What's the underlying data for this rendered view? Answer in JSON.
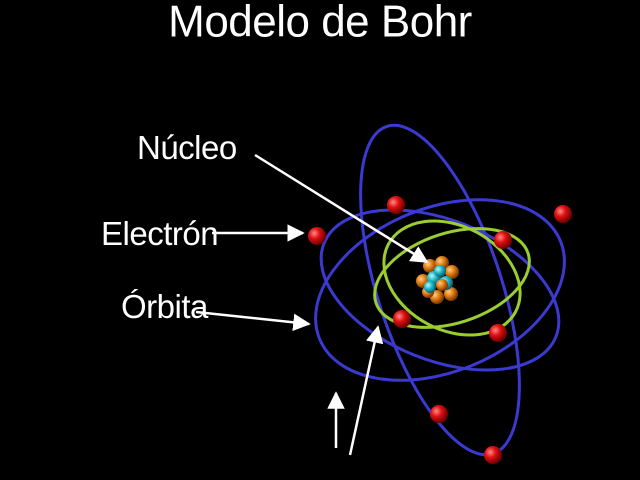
{
  "title": "Modelo de Bohr",
  "labels": {
    "nucleus": "Núcleo",
    "electron": "Electrón",
    "orbit": "Órbita"
  },
  "colors": {
    "background": "#000000",
    "text": "#ffffff",
    "outer_orbit": "#3a3ad0",
    "inner_orbit": "#9acd32",
    "electron": "#e01010",
    "proton": "#e07a10",
    "neutron": "#20b8c8"
  }
}
